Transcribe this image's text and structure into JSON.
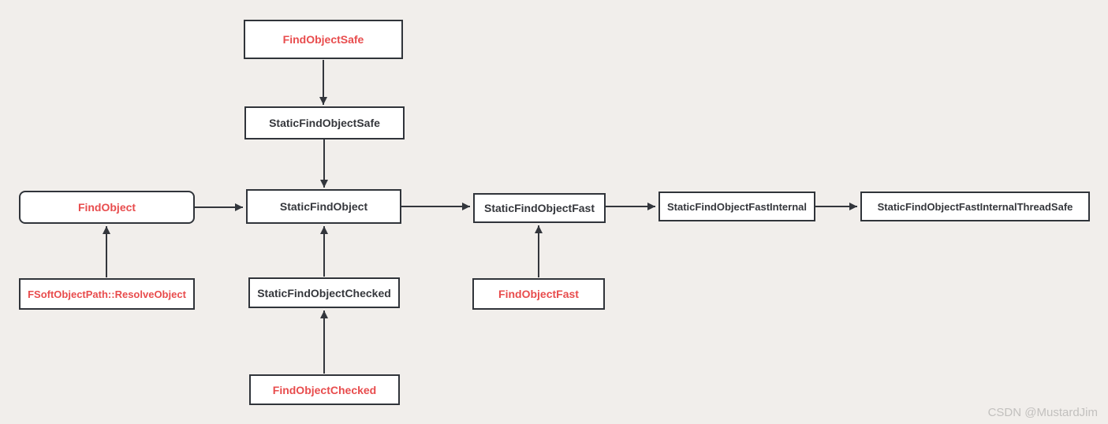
{
  "colors": {
    "background": "#f1eeeb",
    "node_fill": "#ffffff",
    "node_border": "#30343a",
    "text_dark": "#35373c",
    "text_red": "#e84c4d",
    "arrow": "#33363c",
    "watermark": "#c2c0be"
  },
  "diagram": {
    "nodes": [
      {
        "id": "find-object-safe",
        "label": "FindObjectSafe",
        "accent": "red"
      },
      {
        "id": "static-find-object-safe",
        "label": "StaticFindObjectSafe",
        "accent": "dark"
      },
      {
        "id": "find-object",
        "label": "FindObject",
        "accent": "red"
      },
      {
        "id": "fsoftobjectpath-resolve-object",
        "label": "FSoftObjectPath::ResolveObject",
        "accent": "red"
      },
      {
        "id": "static-find-object",
        "label": "StaticFindObject",
        "accent": "dark"
      },
      {
        "id": "static-find-object-checked",
        "label": "StaticFindObjectChecked",
        "accent": "dark"
      },
      {
        "id": "find-object-checked",
        "label": "FindObjectChecked",
        "accent": "red"
      },
      {
        "id": "static-find-object-fast",
        "label": "StaticFindObjectFast",
        "accent": "dark"
      },
      {
        "id": "find-object-fast",
        "label": "FindObjectFast",
        "accent": "red"
      },
      {
        "id": "static-find-object-fast-internal",
        "label": "StaticFindObjectFastInternal",
        "accent": "dark"
      },
      {
        "id": "static-find-object-fast-internal-thread-safe",
        "label": "StaticFindObjectFastInternalThreadSafe",
        "accent": "dark"
      }
    ],
    "edges": [
      {
        "from": "FindObjectSafe",
        "to": "StaticFindObjectSafe"
      },
      {
        "from": "StaticFindObjectSafe",
        "to": "StaticFindObject"
      },
      {
        "from": "FindObject",
        "to": "StaticFindObject"
      },
      {
        "from": "FSoftObjectPath::ResolveObject",
        "to": "FindObject"
      },
      {
        "from": "StaticFindObjectChecked",
        "to": "StaticFindObject"
      },
      {
        "from": "FindObjectChecked",
        "to": "StaticFindObjectChecked"
      },
      {
        "from": "StaticFindObject",
        "to": "StaticFindObjectFast"
      },
      {
        "from": "FindObjectFast",
        "to": "StaticFindObjectFast"
      },
      {
        "from": "StaticFindObjectFast",
        "to": "StaticFindObjectFastInternal"
      },
      {
        "from": "StaticFindObjectFastInternal",
        "to": "StaticFindObjectFastInternalThreadSafe"
      }
    ]
  },
  "watermark": {
    "text": "CSDN @MustardJim"
  }
}
